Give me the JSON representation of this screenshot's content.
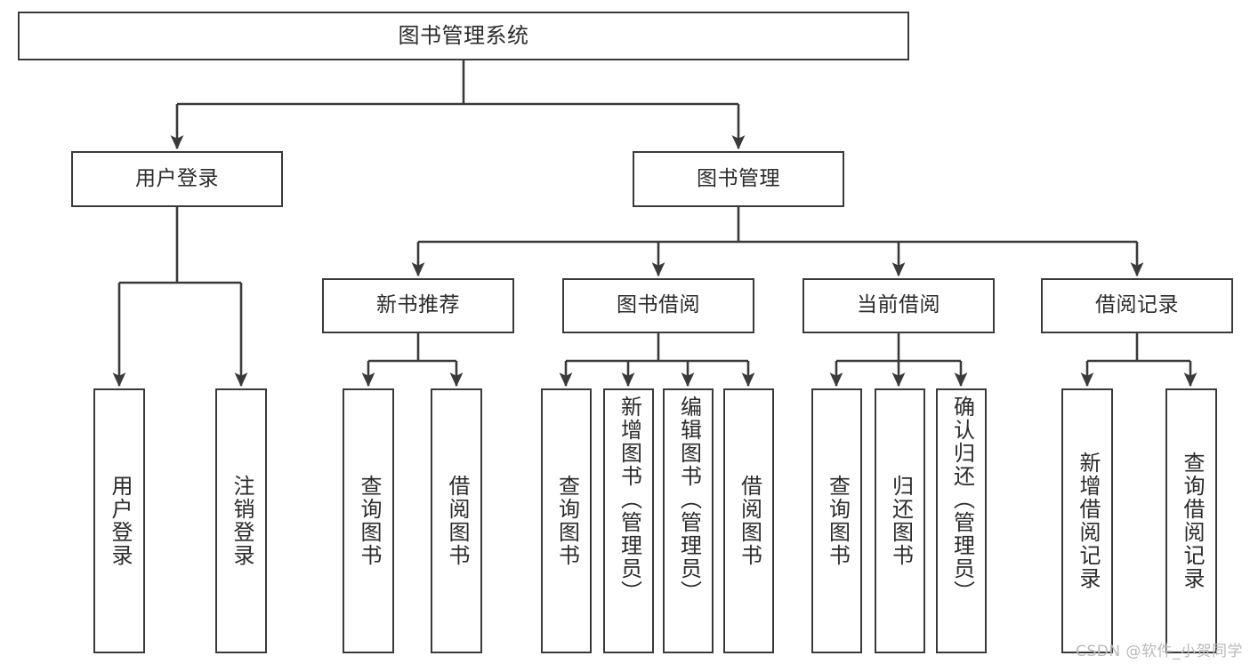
{
  "diagram": {
    "type": "tree",
    "title": "图书管理系统",
    "style": {
      "box_border_color": "#3a3a3a",
      "box_fill_color": "#ffffff",
      "connector_color": "#3a3a3a",
      "text_color": "#2b2b2b",
      "background": "#ffffff"
    },
    "nodes": {
      "root": {
        "label": "图书管理系统",
        "orientation": "horizontal"
      },
      "l2": [
        {
          "label": "用户登录",
          "orientation": "horizontal"
        },
        {
          "label": "图书管理",
          "orientation": "horizontal"
        }
      ],
      "l3": [
        {
          "label": "新书推荐",
          "orientation": "horizontal"
        },
        {
          "label": "图书借阅",
          "orientation": "horizontal"
        },
        {
          "label": "当前借阅",
          "orientation": "horizontal"
        },
        {
          "label": "借阅记录",
          "orientation": "horizontal"
        }
      ],
      "leaves": {
        "user_login": [
          {
            "label": "用户登录",
            "orientation": "vertical"
          },
          {
            "label": "注销登录",
            "orientation": "vertical"
          }
        ],
        "new_book_recommend": [
          {
            "label": "查询图书",
            "orientation": "vertical"
          },
          {
            "label": "借阅图书",
            "orientation": "vertical"
          }
        ],
        "book_borrow": [
          {
            "label": "查询图书",
            "orientation": "vertical"
          },
          {
            "label": "新增图书（管理员）",
            "orientation": "vertical"
          },
          {
            "label": "编辑图书（管理员）",
            "orientation": "vertical"
          },
          {
            "label": "借阅图书",
            "orientation": "vertical"
          }
        ],
        "current_borrow": [
          {
            "label": "查询图书",
            "orientation": "vertical"
          },
          {
            "label": "归还图书",
            "orientation": "vertical"
          },
          {
            "label": "确认归还（管理员）",
            "orientation": "vertical"
          }
        ],
        "borrow_record": [
          {
            "label": "新增借阅记录",
            "orientation": "vertical"
          },
          {
            "label": "查询借阅记录",
            "orientation": "vertical"
          }
        ]
      }
    },
    "edges": [
      {
        "from": "图书管理系统",
        "to": "用户登录"
      },
      {
        "from": "图书管理系统",
        "to": "图书管理"
      },
      {
        "from": "用户登录",
        "to": "用户登录"
      },
      {
        "from": "用户登录",
        "to": "注销登录"
      },
      {
        "from": "图书管理",
        "to": "新书推荐"
      },
      {
        "from": "图书管理",
        "to": "图书借阅"
      },
      {
        "from": "图书管理",
        "to": "当前借阅"
      },
      {
        "from": "图书管理",
        "to": "借阅记录"
      },
      {
        "from": "新书推荐",
        "to": "查询图书"
      },
      {
        "from": "新书推荐",
        "to": "借阅图书"
      },
      {
        "from": "图书借阅",
        "to": "查询图书"
      },
      {
        "from": "图书借阅",
        "to": "新增图书（管理员）"
      },
      {
        "from": "图书借阅",
        "to": "编辑图书（管理员）"
      },
      {
        "from": "图书借阅",
        "to": "借阅图书"
      },
      {
        "from": "当前借阅",
        "to": "查询图书"
      },
      {
        "from": "当前借阅",
        "to": "归还图书"
      },
      {
        "from": "当前借阅",
        "to": "确认归还（管理员）"
      },
      {
        "from": "借阅记录",
        "to": "新增借阅记录"
      },
      {
        "from": "借阅记录",
        "to": "查询借阅记录"
      }
    ]
  },
  "watermark": {
    "text": "CSDN @软件_小贺同学"
  }
}
